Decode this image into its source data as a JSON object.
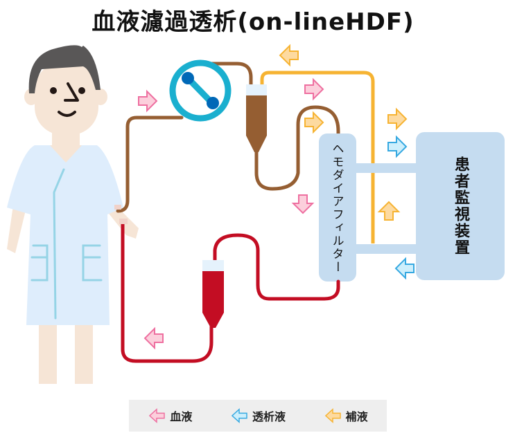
{
  "title": "血液濾過透析(on-lineHDF)",
  "components": {
    "filter_label": "ヘモダイアフィルター",
    "monitor_label": "患者監視装置",
    "blood_pump": "blood-pump",
    "drip_chamber_arterial": "arterial-drip-chamber",
    "drip_chamber_venous": "venous-drip-chamber",
    "patient": "patient-figure"
  },
  "colors": {
    "blood_arterial": "#955e32",
    "blood_venous": "#c30d23",
    "substitution_fluid": "#f6b332",
    "dialysate_line": "#c5dcf0",
    "pump_ring": "#1aafcf",
    "pump_rotor": "#0068b7",
    "legend_bg": "#eeeeee",
    "arrow_blood": "#ee6fa0",
    "arrow_dialysate": "#36a9e1",
    "arrow_substitution": "#f6b332"
  },
  "legend": {
    "items": [
      {
        "label": "血液",
        "icon": "pink-arrow-icon"
      },
      {
        "label": "透析液",
        "icon": "blue-arrow-icon"
      },
      {
        "label": "補液",
        "icon": "orange-arrow-icon"
      }
    ]
  }
}
